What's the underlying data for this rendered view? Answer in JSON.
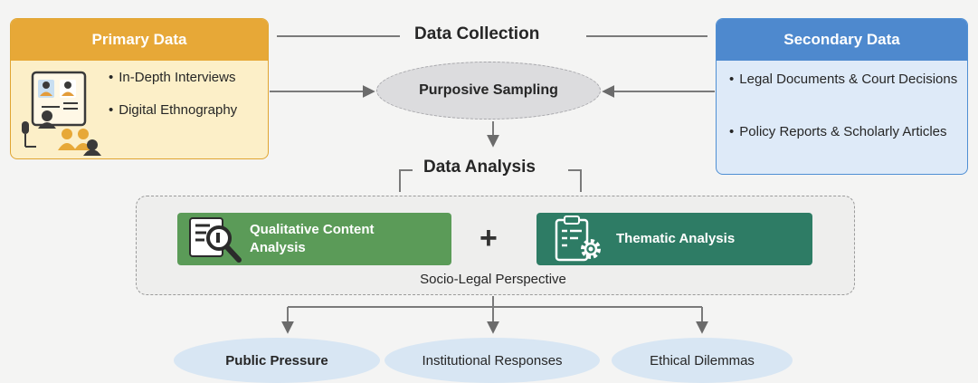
{
  "collection_title": "Data Collection",
  "primary": {
    "header": "Primary Data",
    "items": [
      "In-Depth Interviews",
      "Digital Ethnography"
    ],
    "colors": {
      "header": "#e7a837",
      "body": "#fcefc8"
    }
  },
  "secondary": {
    "header": "Secondary Data",
    "items": [
      "Legal Documents & Court Decisions",
      "Policy Reports & Scholarly Articles"
    ],
    "colors": {
      "header": "#4e89ce",
      "body": "#deeaf8"
    }
  },
  "sampling": "Purposive Sampling",
  "analysis_title": "Data Analysis",
  "methods": {
    "qca": {
      "label_line1": "Qualitative Content",
      "label_line2": "Analysis",
      "icon": "document-magnifier-icon",
      "color": "#5b9b58"
    },
    "plus": "+",
    "ta": {
      "label": "Thematic Analysis",
      "icon": "clipboard-gear-icon",
      "color": "#2e7c65"
    }
  },
  "perspective": "Socio-Legal Perspective",
  "outcomes": [
    "Public Pressure",
    "Institutional Responses",
    "Ethical Dilemmas"
  ]
}
